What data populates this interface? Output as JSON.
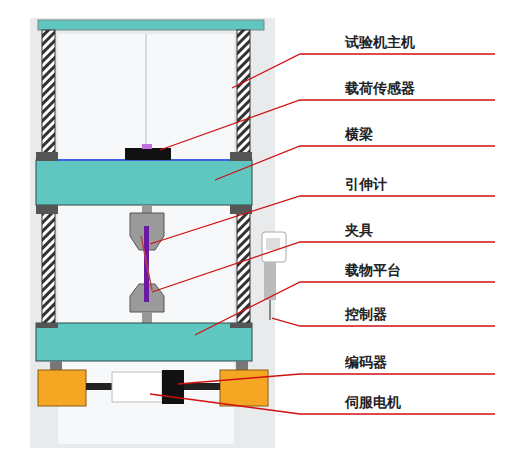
{
  "diagram": {
    "labels": [
      "试验机主机",
      "载荷传感器",
      "横梁",
      "引伸计",
      "夹具",
      "载物平台",
      "控制器",
      "编码器",
      "伺服电机"
    ]
  }
}
